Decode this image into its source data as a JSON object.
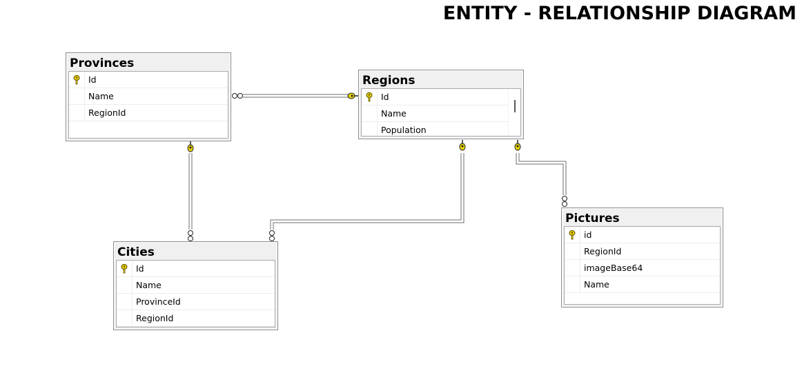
{
  "title": "ENTITY - RELATIONSHIP DIAGRAM",
  "colors": {
    "table_header": "#f0f0f0",
    "table_border": "#8a8a8a",
    "key_fill": "#e6d20a",
    "line": "#6e6e6e"
  },
  "tables": {
    "provinces": {
      "name": "Provinces",
      "columns": [
        "Id",
        "Name",
        "RegionId"
      ],
      "primary_key": "Id"
    },
    "regions": {
      "name": "Regions",
      "columns": [
        "Id",
        "Name",
        "Population"
      ],
      "primary_key": "Id",
      "scrollbar": true
    },
    "cities": {
      "name": "Cities",
      "columns": [
        "Id",
        "Name",
        "ProvinceId",
        "RegionId"
      ],
      "primary_key": "Id"
    },
    "pictures": {
      "name": "Pictures",
      "columns": [
        "id",
        "RegionId",
        "imageBase64",
        "Name"
      ],
      "primary_key": "id"
    }
  },
  "relationships": [
    {
      "from": "Provinces",
      "to": "Regions",
      "many_end": "Provinces",
      "one_end": "Regions"
    },
    {
      "from": "Cities",
      "to": "Provinces",
      "many_end": "Cities",
      "one_end": "Provinces"
    },
    {
      "from": "Cities",
      "to": "Regions",
      "many_end": "Cities",
      "one_end": "Regions"
    },
    {
      "from": "Pictures",
      "to": "Regions",
      "many_end": "Pictures",
      "one_end": "Regions"
    }
  ]
}
